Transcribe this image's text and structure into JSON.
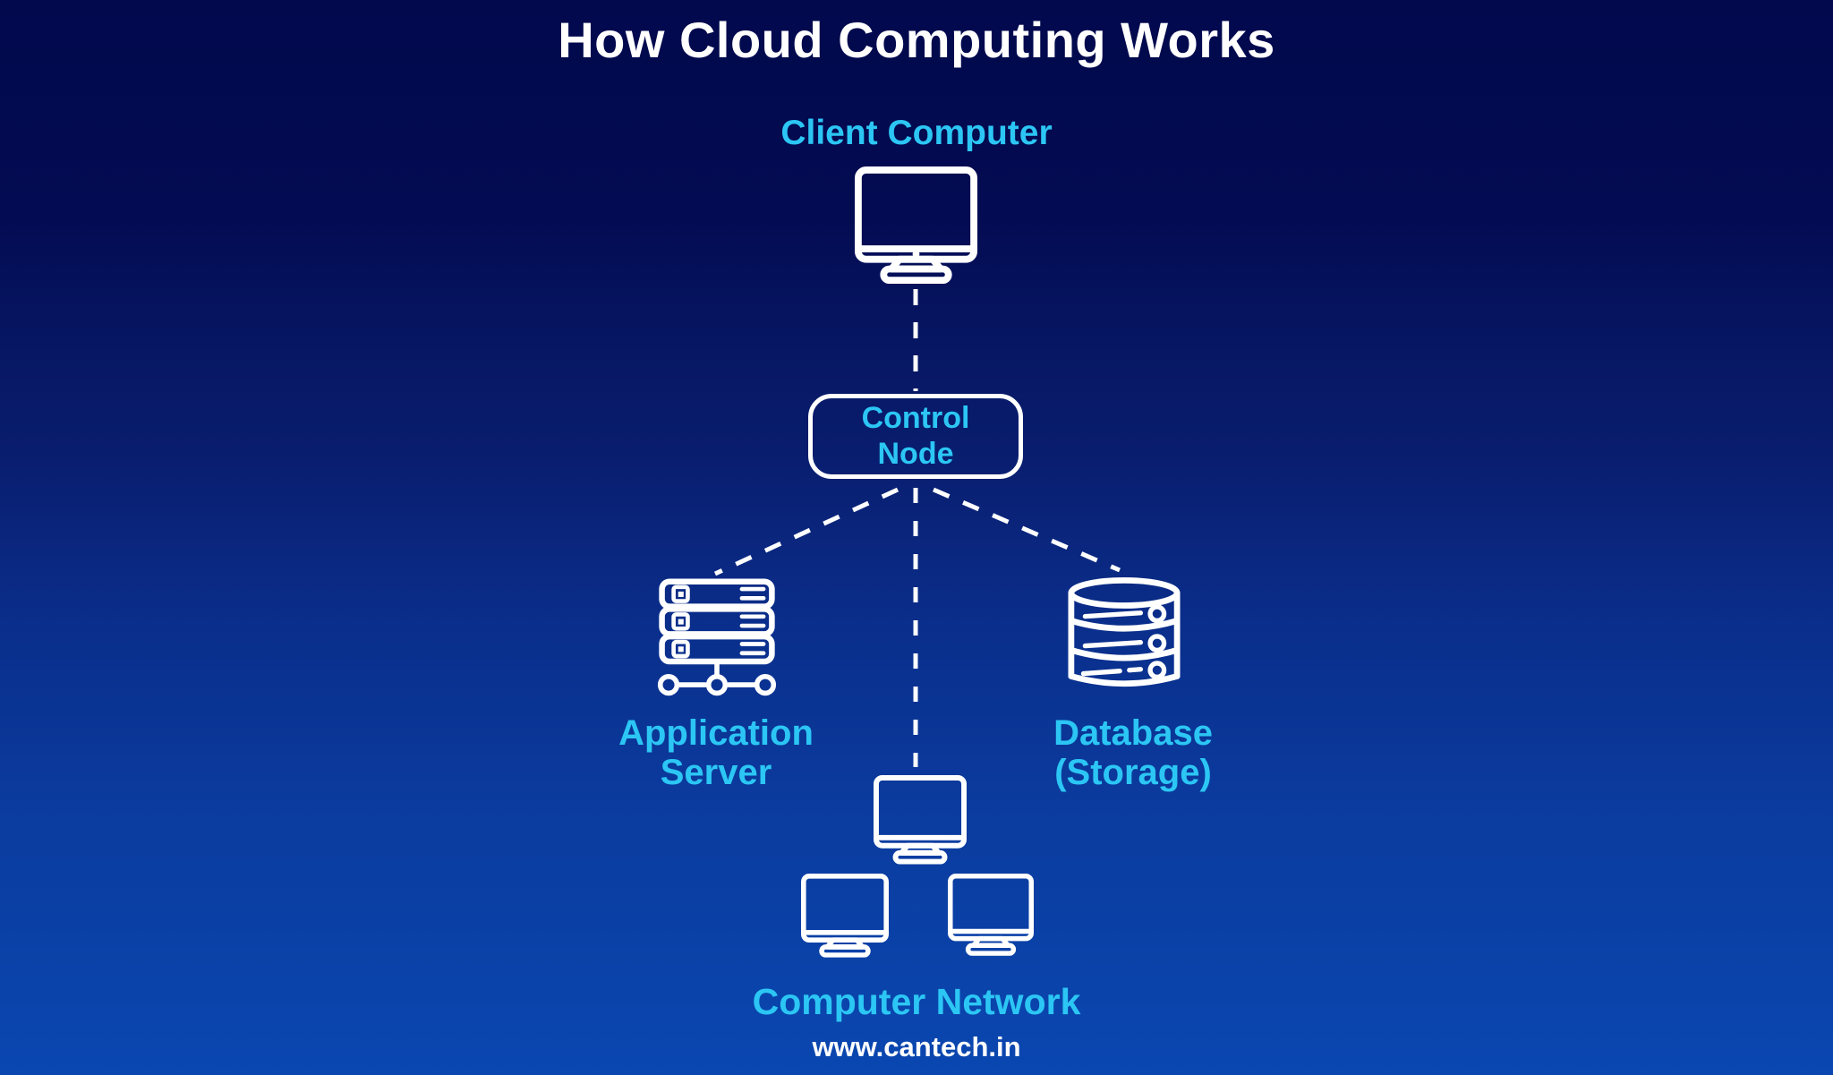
{
  "page": {
    "title": "How Cloud Computing Works",
    "website": "www.cantech.in"
  },
  "colors": {
    "bg_top": "#02094d",
    "bg_bottom": "#0a47b0",
    "accent": "#2cc6f4",
    "text_white": "#ffffff",
    "line_white": "#ffffff"
  },
  "diagram": {
    "client": {
      "label": "Client Computer",
      "icon": "desktop-monitor-icon"
    },
    "control": {
      "line1": "Control",
      "line2": "Node",
      "shape": "rounded-outline-box"
    },
    "app_server": {
      "line1": "Application",
      "line2": "Server",
      "icon": "server-rack-icon"
    },
    "database": {
      "line1": "Database",
      "line2": "(Storage)",
      "icon": "database-cylinder-icon"
    },
    "network": {
      "label": "Computer Network",
      "icon": "three-monitors-icon"
    },
    "connections": [
      {
        "from": "client-computer",
        "to": "control-node",
        "style": "dashed"
      },
      {
        "from": "control-node",
        "to": "application-server",
        "style": "dashed"
      },
      {
        "from": "control-node",
        "to": "computer-network",
        "style": "dashed"
      },
      {
        "from": "control-node",
        "to": "database-storage",
        "style": "dashed"
      }
    ]
  }
}
